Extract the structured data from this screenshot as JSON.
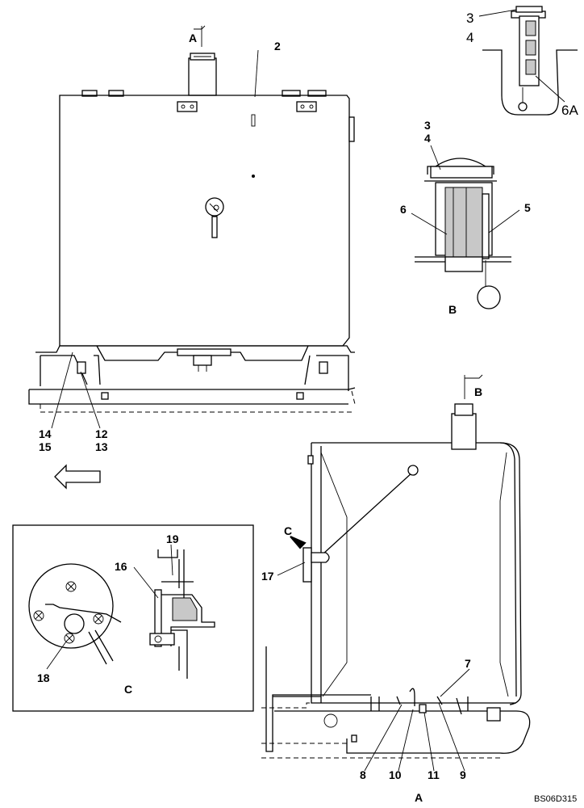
{
  "figure_code": "BS06D315",
  "views": {
    "section_a_marker": "A",
    "section_b_marker": "B",
    "view_b_caption": "B",
    "view_c_caption": "C",
    "view_c_arrow_label": "C",
    "view_a_caption": "A"
  },
  "callouts": {
    "n2": "2",
    "n3_top": "3",
    "n4_top": "4",
    "n6a": "6A",
    "n3_b": "3",
    "n4_b": "4",
    "n5": "5",
    "n6": "6",
    "n7": "7",
    "n8": "8",
    "n9": "9",
    "n10": "10",
    "n11": "11",
    "n12": "12",
    "n13": "13",
    "n14": "14",
    "n15": "15",
    "n16": "16",
    "n17": "17",
    "n18": "18",
    "n19": "19"
  }
}
